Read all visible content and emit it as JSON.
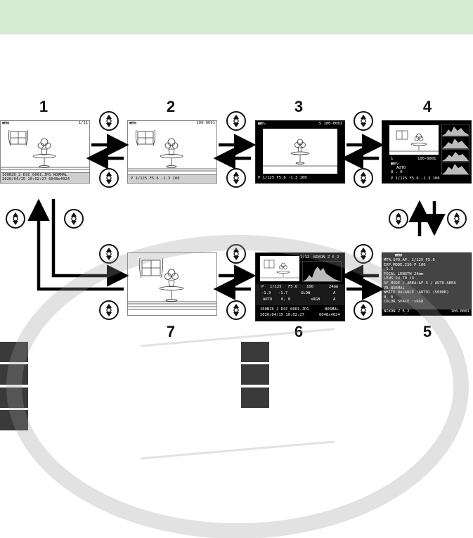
{
  "step_numbers": [
    "1",
    "2",
    "3",
    "4",
    "5",
    "6",
    "7"
  ],
  "screen1": {
    "top_right": "1/11",
    "bottom_line1": "100NZ6_2 DSC_0001.JPG   NORMAL",
    "bottom_line2": "2020/04/15 10:02:27    6048x4024"
  },
  "screen2": {
    "top_right": "100-0001",
    "bottom": "P   1/125  F5.6  -1.3  100"
  },
  "screen3": {
    "top_right": "5  100-0001",
    "bottom": "P  1/125  F5.6  -1.3  100"
  },
  "screen4": {
    "rating": "1",
    "folder": "100-0001",
    "adl": "AUTO",
    "zeros": "0 , 0",
    "bottom": "P   1/125  F5.6  -1.3  100"
  },
  "screen5": {
    "rows": [
      "MTR,SPD,AP.      1/125  F5.6",
      "EXP.MODE,ISO    P  100",
      "               -1.3",
      "FOCAL LENGTH   24mm",
      "LENS           24-70    /4",
      "AF MODE / AREA:AF-S / AUTO-AREA",
      "VR             NORMAL",
      "WHITE BALANCE :AUTO1 (5000K)",
      "                0, 0",
      "COLOR SPACE    :sRGB"
    ],
    "bottom_left": "NIKON Z 6_2",
    "bottom_right": "100-0001"
  },
  "screen6": {
    "counter": "1/12",
    "model": "NIKON Z 6_2",
    "row1": [
      "P",
      "1/125",
      "F5.6",
      "100",
      "24mm"
    ],
    "row2": [
      "-1.3",
      "-1.7",
      "SLOW",
      "A"
    ],
    "row3": [
      "AUTO",
      "0, 0",
      "sRGB",
      "A"
    ],
    "file": "100NZ6_2 DSC_0001.JPG",
    "quality": "NORMAL",
    "datetime": "2020/04/15 10:02:27",
    "size": "6048x4024"
  },
  "colors": {
    "banner": "#d7ebd4",
    "square": "#3a3a3a"
  }
}
